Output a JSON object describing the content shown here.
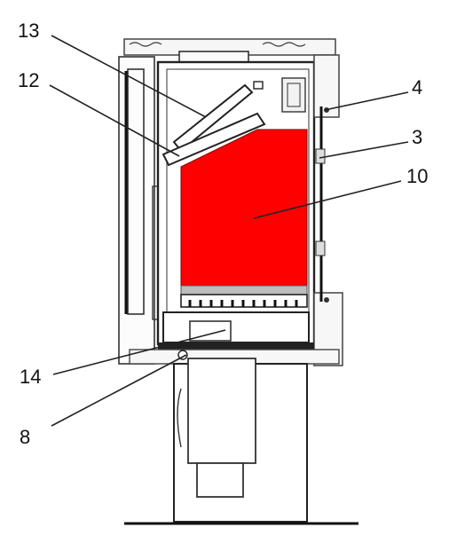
{
  "diagram": {
    "colors": {
      "firebox": "#ff0000",
      "line": "#2b2b2b",
      "background": "#ffffff"
    },
    "callouts": [
      {
        "id": "13",
        "label": "13"
      },
      {
        "id": "12",
        "label": "12"
      },
      {
        "id": "4",
        "label": "4"
      },
      {
        "id": "3",
        "label": "3"
      },
      {
        "id": "10",
        "label": "10"
      },
      {
        "id": "14",
        "label": "14"
      },
      {
        "id": "8",
        "label": "8"
      }
    ]
  }
}
